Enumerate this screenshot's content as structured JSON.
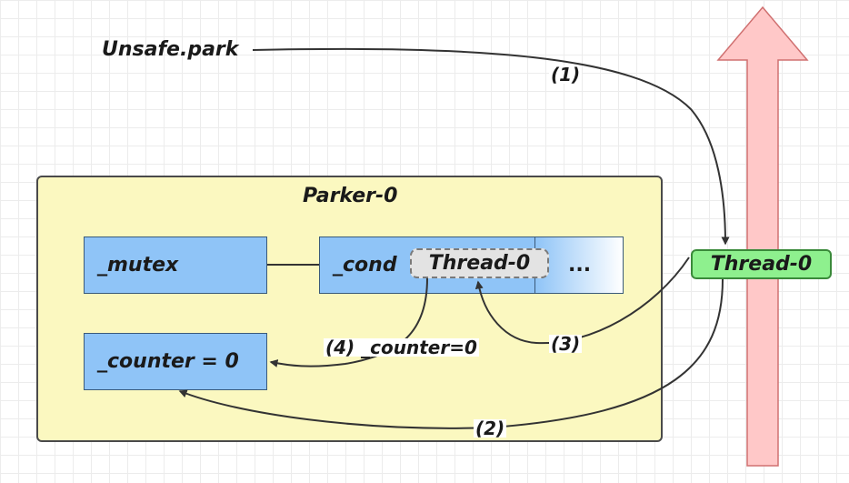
{
  "diagram": {
    "caller": "Unsafe.park",
    "parker_title": "Parker-0",
    "mutex_label": "_mutex",
    "cond_label": "_cond",
    "counter_label": "_counter = 0",
    "queued_thread_label": "Thread-0",
    "queue_more_label": "...",
    "thread_node_label": "Thread-0",
    "steps": {
      "step1": "(1)",
      "step2": "(2)",
      "step3": "(3)",
      "step4": "(4)  _counter=0"
    },
    "colors": {
      "parker_fill": "#fbf8c0",
      "field_fill": "#8fc4f7",
      "thread_fill": "#8ef08e",
      "queue_item_fill": "#e3e3e3",
      "arrow_fill": "#ffc8c8"
    }
  }
}
